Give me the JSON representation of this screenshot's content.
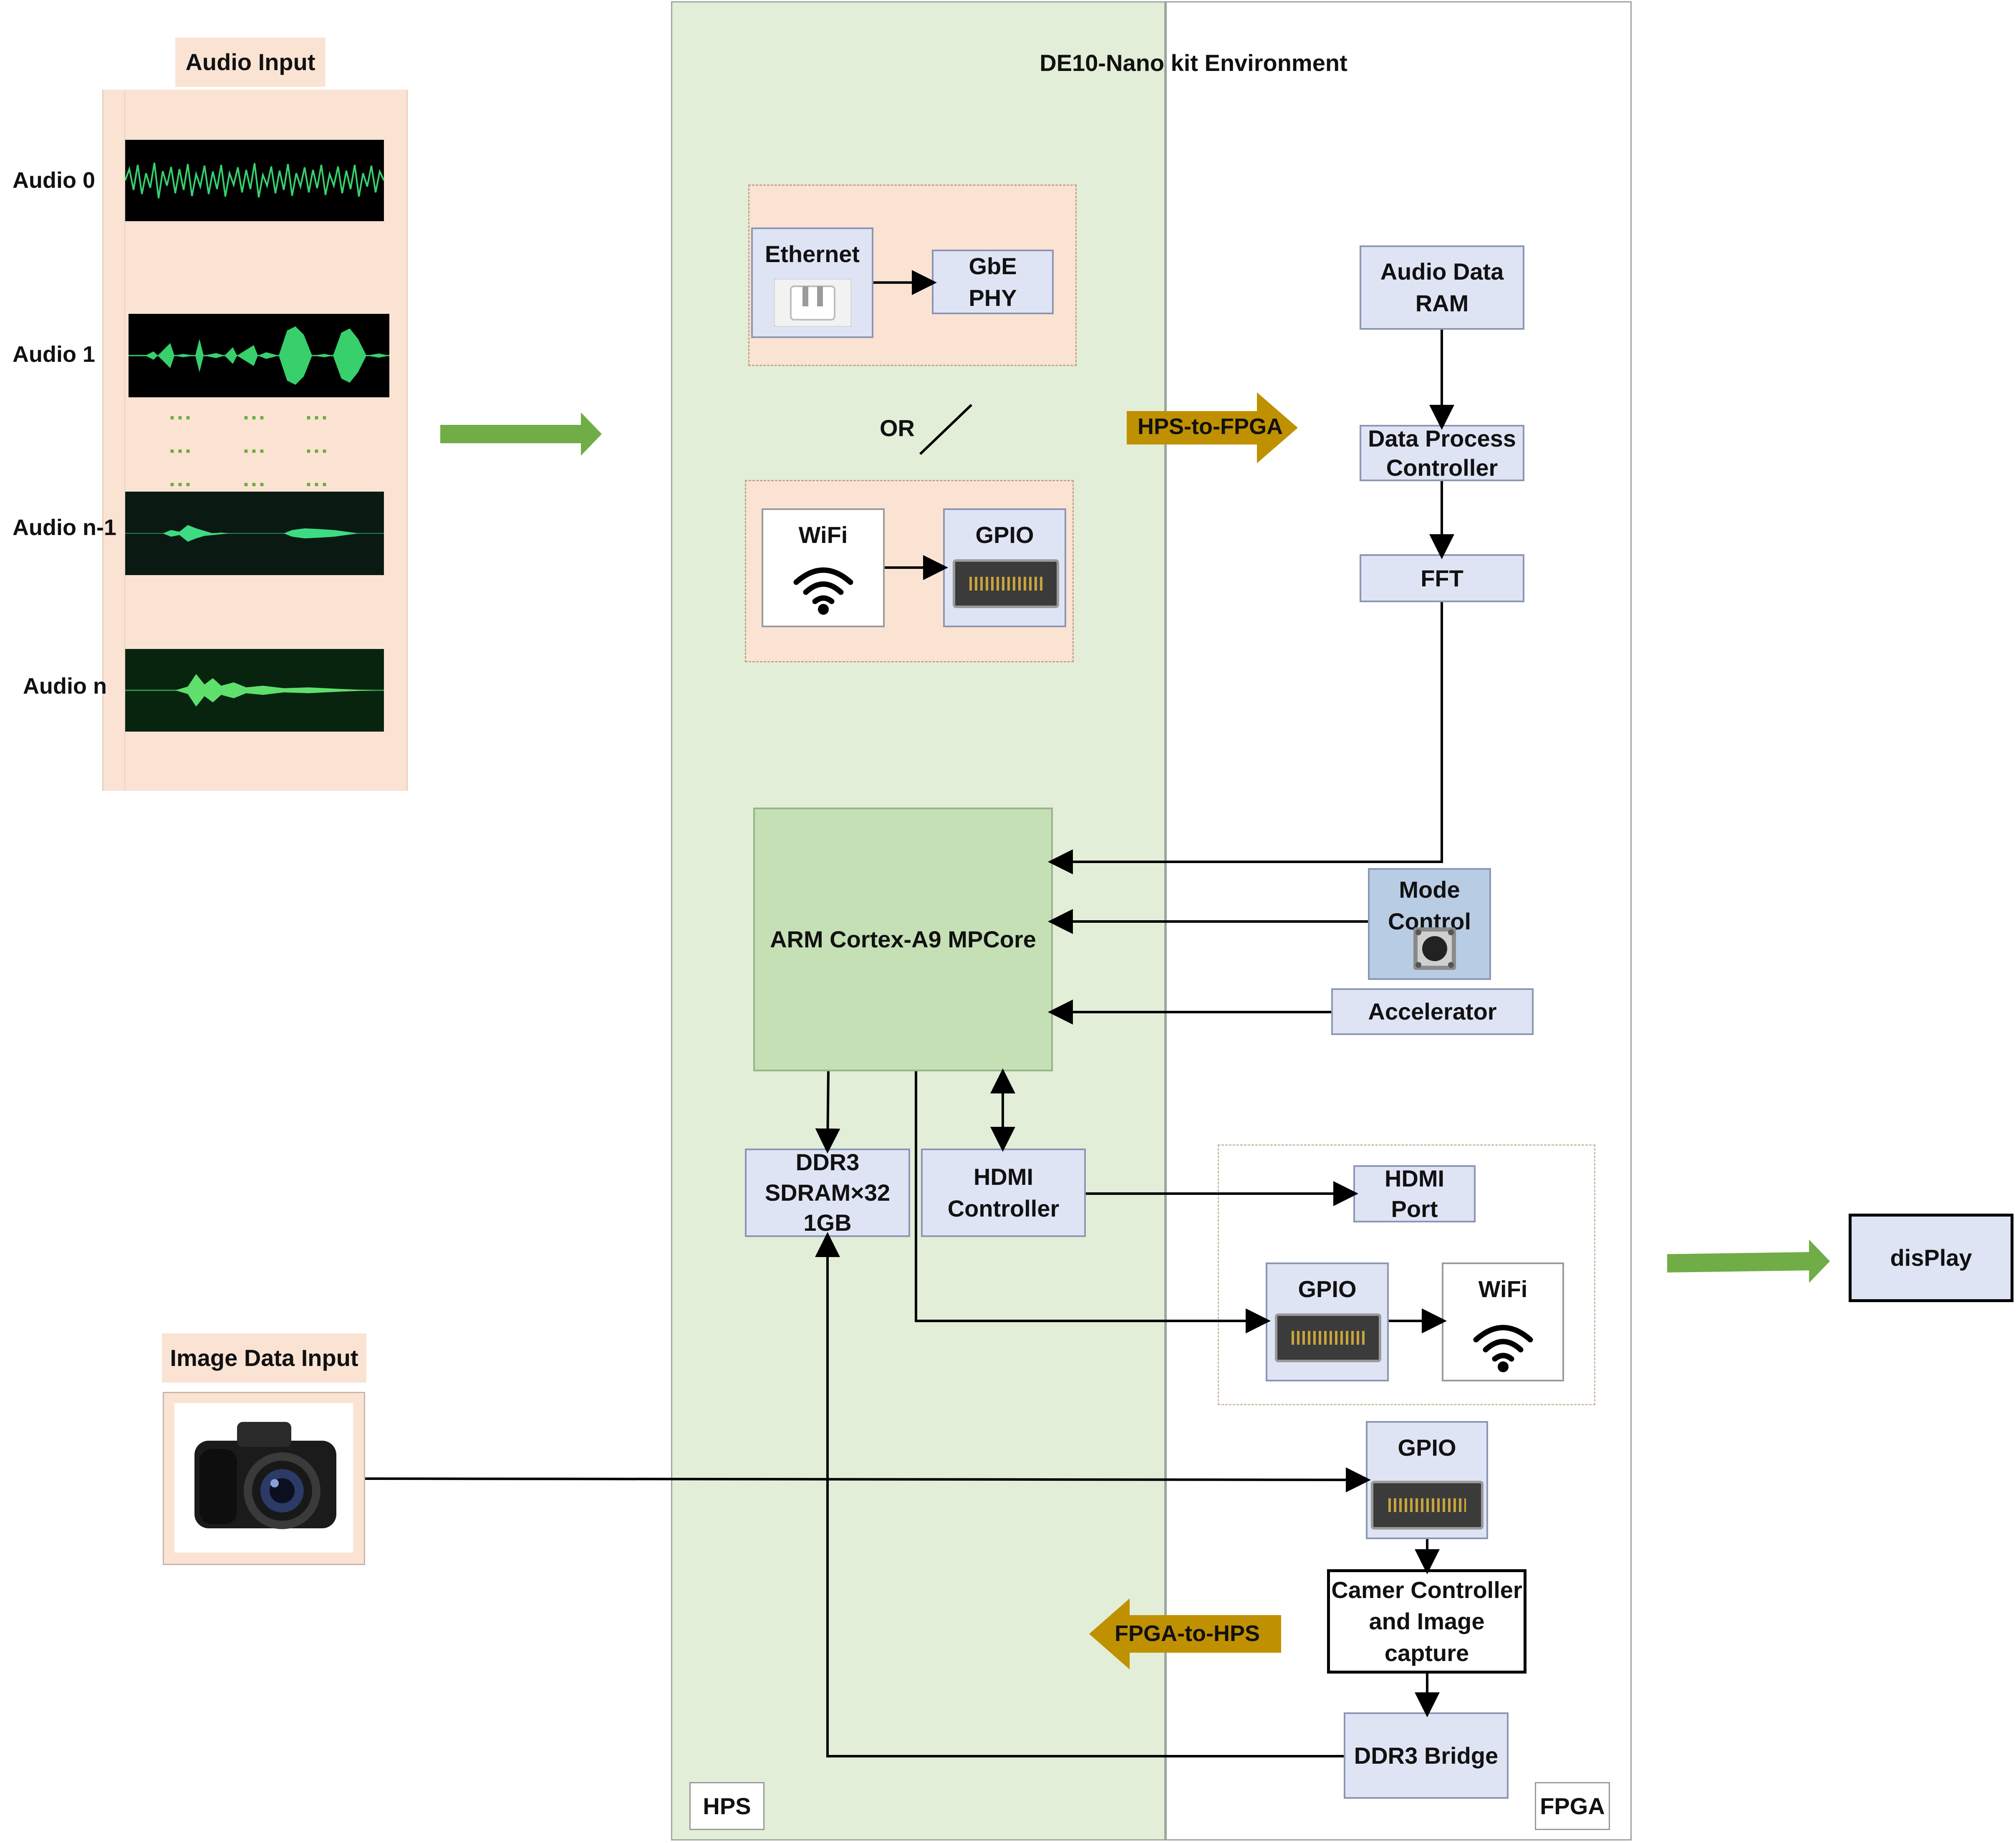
{
  "audio_input": {
    "title": "Audio Input",
    "channels": [
      {
        "label": "Audio 0"
      },
      {
        "label": "Audio 1"
      },
      {
        "label": "Audio n-1"
      },
      {
        "label": "Audio n"
      }
    ],
    "ellipsis": "..."
  },
  "image_input": {
    "title": "Image Data Input"
  },
  "environment": {
    "title": "DE10-Nano kit Environment",
    "hps_tag": "HPS",
    "fpga_tag": "FPGA"
  },
  "hps": {
    "ethernet": "Ethernet",
    "gbe_phy": "GbE\nPHY",
    "or_label": "OR",
    "wifi": "WiFi",
    "gpio": "GPIO",
    "arm": "ARM Cortex-A9 MPCore",
    "ddr3": "DDR3\nSDRAM×32\n1GB",
    "hdmi_controller": "HDMI\nController"
  },
  "fpga": {
    "audio_ram": "Audio Data\nRAM",
    "data_process": "Data Process\nController",
    "fft": "FFT",
    "mode_control": "Mode\nControl",
    "accelerator": "Accelerator",
    "hdmi_port": "HDMI\nPort",
    "gpio_out": "GPIO",
    "wifi_out": "WiFi",
    "gpio_cam": "GPIO",
    "camera_controller": "Camer Controller\nand Image\ncapture",
    "ddr3_bridge": "DDR3 Bridge"
  },
  "bridges": {
    "hps_to_fpga": "HPS-to-FPGA",
    "fpga_to_hps": "FPGA-to-HPS"
  },
  "output": {
    "display": "disPlay"
  },
  "colors": {
    "hps_region": "#e2eed8",
    "peach": "#fbe3d3",
    "block_fill": "#dfe4f5",
    "arm_fill": "#c5e0b4",
    "mode_fill": "#b8cce4",
    "bridge_arrow": "#bf9000",
    "flow_arrow": "#70ad47",
    "waveform": "#37d06c"
  },
  "icons": {
    "ethernet": "ethernet-port-icon",
    "wifi": "wifi-icon",
    "gpio": "gpio-header-icon",
    "button": "push-button-icon",
    "camera": "camera-icon"
  }
}
